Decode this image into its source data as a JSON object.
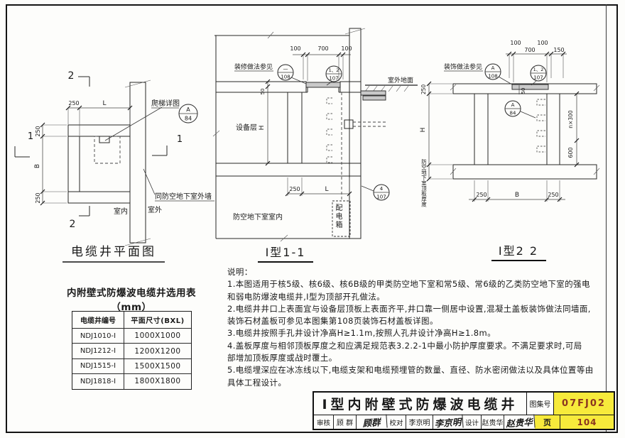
{
  "plan": {
    "title": "电缆井平面图",
    "mark2": "2",
    "mark1": "1",
    "dim250": "250",
    "dimL": "L",
    "dimB": "B",
    "ladder_note": "爬梯详图",
    "ladder_ref_top": "A",
    "ladder_ref_bot": "84",
    "wall_note": "同防空地下室外墙",
    "indoor": "室内",
    "outdoor": "室外"
  },
  "sec1": {
    "title": "Ⅰ型1-1",
    "d100a": "100",
    "d700": "700",
    "d100b": "100",
    "finish": "装修做法参见",
    "r1t": "—",
    "r1b": "108",
    "r2t": "1、2",
    "r2b": "107",
    "ground": "室外地面",
    "equip": "设备层",
    "d50": "50",
    "dH": "H",
    "d250": "250",
    "dL": "L",
    "r3t": "4",
    "r3b": "107",
    "room": "防空地下室室内",
    "distbox": "配电箱"
  },
  "sec2": {
    "title": "Ⅰ型2 2",
    "d100a": "100",
    "d100b": "100",
    "d700": "700",
    "d150": "150",
    "finish": "装饰做法参见",
    "rAt": "A",
    "rAb": "108",
    "r12t": "1、2",
    "r12b": "107",
    "d250t": "250",
    "dH": "H",
    "slab_label": "防空地下室顶板厚度",
    "lAt": "A",
    "lAb": "84",
    "dn300": "n×300",
    "d600": "600",
    "d50": "50",
    "d250l": "250",
    "dB": "B",
    "d250r": "250"
  },
  "table": {
    "title": "内附壁式防爆波电缆井选用表（mm）",
    "headers": [
      "电缆井编号",
      "平面尺寸(BXL)"
    ],
    "rows": [
      [
        "NDJ1010-Ⅰ",
        "1000X1000"
      ],
      [
        "NDJ1212-Ⅰ",
        "1200X1200"
      ],
      [
        "NDJ1515-Ⅰ",
        "1500X1500"
      ],
      [
        "NDJ1818-Ⅰ",
        "1800X1800"
      ]
    ]
  },
  "notes": {
    "heading": "说明：",
    "lines": [
      "1.本图适用于核5级、核6级、核6B级的甲类防空地下室和常5级、常6级的乙类防空地下室的强电",
      "和弱电防爆波电缆井,Ⅰ型为顶部开孔做法。",
      "2.电缆井井口上表面宜与设备层顶板上表面齐平,井口靠一侧居中设置,混凝土盖板装饰做法同墙面,",
      "装饰石材盖板可参见本图集第108页装饰石材盖板详图。",
      "3.电缆井按照手孔井设计净高H≥1.1m,按照人孔井设计净高H≥1.8m。",
      "4.盖板厚度与相邻顶板厚度之和应满足规范表3.2.2-1中最小防护厚度要求。不满足要求时,可局",
      "部增加顶板厚度或战时覆土。",
      "5.电缆埋深应在冰冻线以下,电缆支架和电缆预埋管的数量、直径、防水密闭做法以及具体位置等由",
      "具体工程设计。"
    ]
  },
  "titleblock": {
    "title": "Ⅰ型内附壁式防爆波电缆井",
    "atlas_label": "图集号",
    "atlas_no": "07FJ02",
    "page_label": "页",
    "page_no": "104",
    "cells": [
      {
        "label": "审核",
        "name": "顾 群",
        "sig": "顾群"
      },
      {
        "label": "校对",
        "name": "李京明",
        "sig": "李京明"
      },
      {
        "label": "设计",
        "name": "赵贵华",
        "sig": "赵贵华"
      }
    ]
  }
}
